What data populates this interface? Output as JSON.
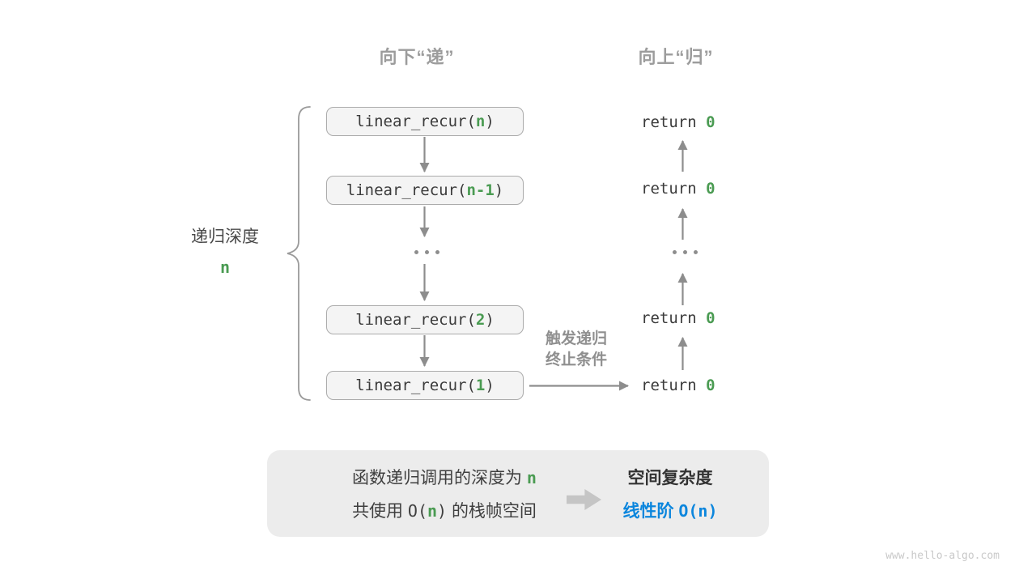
{
  "headers": {
    "down": "向下“递”",
    "up": "向上“归”"
  },
  "depth_label": {
    "text": "递归深度",
    "value": "n"
  },
  "stack": {
    "boxes": [
      {
        "prefix": "linear_recur(",
        "arg": "n",
        "suffix": ")"
      },
      {
        "prefix": "linear_recur(",
        "arg": "n-1",
        "suffix": ")"
      },
      {
        "prefix": "linear_recur(",
        "arg": "2",
        "suffix": ")"
      },
      {
        "prefix": "linear_recur(",
        "arg": "1",
        "suffix": ")"
      }
    ],
    "returns": [
      {
        "prefix": "return ",
        "value": "0"
      },
      {
        "prefix": "return ",
        "value": "0"
      },
      {
        "prefix": "return ",
        "value": "0"
      },
      {
        "prefix": "return ",
        "value": "0"
      }
    ]
  },
  "termination_label": {
    "line1": "触发递归",
    "line2": "终止条件"
  },
  "summary": {
    "line1_text": "函数递归调用的深度为",
    "line1_value": "n",
    "line2_cjk1": "共使用",
    "line2_mono_open": "O(",
    "line2_value": "n",
    "line2_mono_close": ")",
    "line2_cjk2": "的栈帧空间",
    "result_title": "空间复杂度",
    "result_value_cjk": "线性阶",
    "result_value_mono": "O(n)"
  },
  "watermark": "www.hello-algo.com",
  "colors": {
    "green": "#4a9b52",
    "blue": "#0c86dd"
  }
}
